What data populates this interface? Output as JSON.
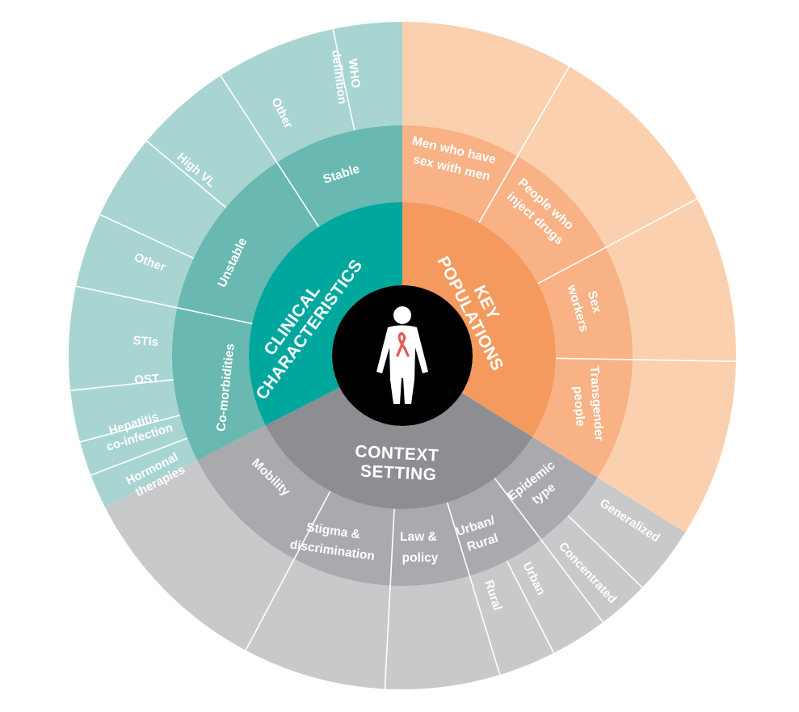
{
  "colors": {
    "clinical_outer": "#a8d5d1",
    "clinical_mid": "#69b8b1",
    "clinical_inner": "#00a79d",
    "key_outer": "#fbd0ae",
    "key_mid": "#f8b286",
    "key_inner": "#f59a5f",
    "context_outer": "#c8c9cb",
    "context_mid": "#a9aaad",
    "context_inner": "#8d8e92",
    "center": "#000000",
    "ribbon": "#e05a5a"
  },
  "center": {
    "icon": "person-with-red-ribbon-icon"
  },
  "categories": {
    "clinical": {
      "title_line1": "CLINICAL",
      "title_line2": "CHARACTERISTICS",
      "subcategories": [
        {
          "label_line1": "Stable",
          "label_line2": "",
          "items": [
            {
              "line1": "WHO",
              "line2": "definition"
            },
            {
              "line1": "Other",
              "line2": ""
            }
          ]
        },
        {
          "label_line1": "Unstable",
          "label_line2": "",
          "items": [
            {
              "line1": "High VL",
              "line2": ""
            },
            {
              "line1": "Other",
              "line2": ""
            }
          ]
        },
        {
          "label_line1": "Co-morbidities",
          "label_line2": "",
          "items": [
            {
              "line1": "STIs",
              "line2": ""
            },
            {
              "line1": "OST",
              "line2": ""
            },
            {
              "line1": "Hepatitis",
              "line2": "co-infection"
            },
            {
              "line1": "Hormonal",
              "line2": "therapies"
            }
          ]
        }
      ]
    },
    "key": {
      "title_line1": "KEY",
      "title_line2": "POPULATIONS",
      "subcategories": [
        {
          "label_line1": "Men who have",
          "label_line2": "sex with men",
          "items": []
        },
        {
          "label_line1": "People who",
          "label_line2": "inject drugs",
          "items": []
        },
        {
          "label_line1": "Sex",
          "label_line2": "workers",
          "items": []
        },
        {
          "label_line1": "Transgender",
          "label_line2": "people",
          "items": []
        }
      ]
    },
    "context": {
      "title_line1": "CONTEXT",
      "title_line2": "SETTING",
      "subcategories": [
        {
          "label_line1": "Epidemic",
          "label_line2": "type",
          "items": [
            {
              "line1": "Generalized",
              "line2": ""
            },
            {
              "line1": "Concentrated",
              "line2": ""
            }
          ]
        },
        {
          "label_line1": "Urban/",
          "label_line2": "Rural",
          "items": [
            {
              "line1": "Urban",
              "line2": ""
            },
            {
              "line1": "Rural",
              "line2": ""
            }
          ]
        },
        {
          "label_line1": "Law &",
          "label_line2": "policy",
          "items": []
        },
        {
          "label_line1": "Stigma &",
          "label_line2": "discrimination",
          "items": []
        },
        {
          "label_line1": "Mobility",
          "label_line2": "",
          "items": []
        }
      ]
    }
  }
}
